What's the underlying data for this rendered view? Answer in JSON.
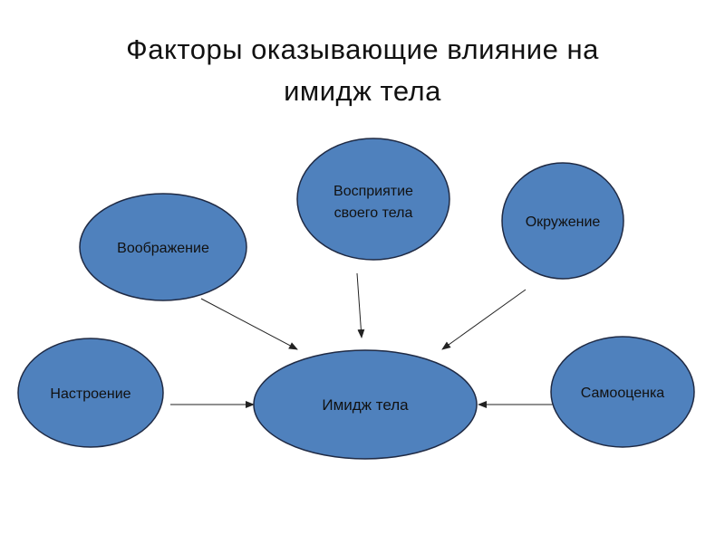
{
  "slide": {
    "title_line1": "Факторы оказывающие влияние на",
    "title_line2": "имидж тела"
  },
  "diagram": {
    "node_color": "#4f81bd",
    "node_border": "#1f2a44",
    "edge_color": "#222222",
    "nodes": {
      "center": {
        "label": "Имидж тела"
      },
      "imagination": {
        "label": "Воображение"
      },
      "perception": {
        "label_line1": "Восприятие",
        "label_line2": "своего тела"
      },
      "environment": {
        "label": "Окружение"
      },
      "mood": {
        "label": "Настроение"
      },
      "self_esteem": {
        "label": "Самооценка"
      }
    }
  }
}
